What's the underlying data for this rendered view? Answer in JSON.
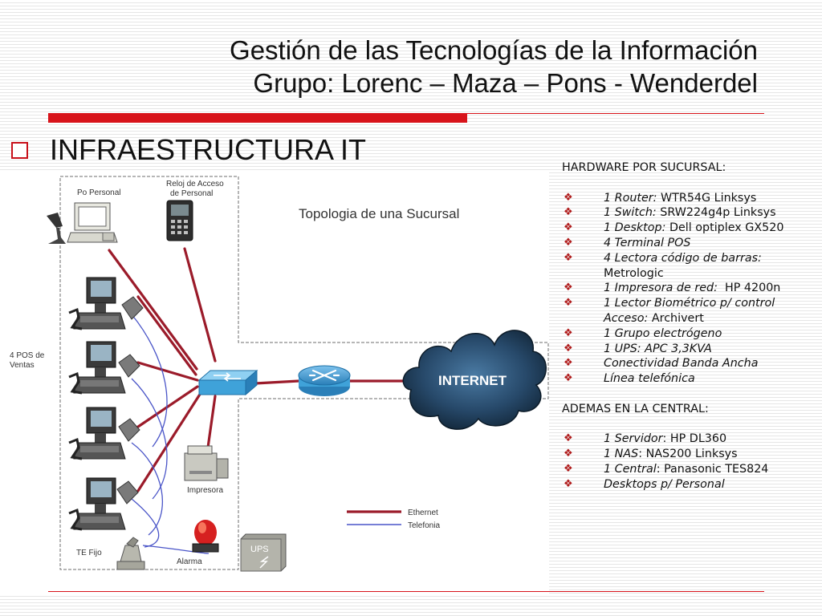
{
  "title": {
    "line1": "Gestión de las Tecnologías de la Información",
    "line2": "Grupo: Lorenc – Maza – Pons - Wenderdel"
  },
  "section": {
    "heading": "INFRAESTRUCTURA IT"
  },
  "diagram": {
    "title": "Topologia de una Sucursal",
    "labels": {
      "po_personal": "Po Personal",
      "reloj_line1": "Reloj de Acceso",
      "reloj_line2": "de Personal",
      "pos_line1": "4 POS de",
      "pos_line2": "Ventas",
      "impresora": "Impresora",
      "internet": "INTERNET",
      "te_fijo": "TE Fijo",
      "alarma": "Alarma",
      "ups": "UPS"
    },
    "legend": {
      "ethernet": "Ethernet",
      "telefonia": "Telefonia"
    },
    "colors": {
      "ethernet": "#9b1b2a",
      "telefonia": "#4a55c8",
      "cloud": "#1f3f5c",
      "switch": "#3fa2d9"
    }
  },
  "hardware": {
    "header": "HARDWARE POR SUCURSAL:",
    "items": [
      {
        "italic": "1 Router:",
        "rest": " WTR54G Linksys"
      },
      {
        "italic": "1 Switch:",
        "rest": " SRW224g4p Linksys"
      },
      {
        "italic": "1 Desktop:",
        "rest": " Dell optiplex GX520"
      },
      {
        "italic": "4 Terminal POS",
        "rest": ""
      },
      {
        "italic": "4 Lectora código de barras:",
        "rest": "",
        "cont": "Metrologic"
      },
      {
        "italic": "1 Impresora de red:",
        "rest": "  HP 4200n"
      },
      {
        "italic": "1 Lector Biométrico p/ control",
        "rest": "",
        "cont_italic": "Acceso:",
        "cont_rest": " Archivert"
      },
      {
        "italic": "1 Grupo electrógeno",
        "rest": ""
      },
      {
        "italic": "1 UPS: APC 3,3KVA",
        "rest": ""
      },
      {
        "italic": "Conectividad Banda Ancha",
        "rest": ""
      },
      {
        "italic": "Línea telefónica",
        "rest": ""
      }
    ]
  },
  "central": {
    "header": "ADEMAS EN LA CENTRAL:",
    "items": [
      {
        "italic": "1 Servidor",
        "rest": ": HP DL360"
      },
      {
        "italic": "1 NAS",
        "rest": ": NAS200 Linksys"
      },
      {
        "italic": "1 Central",
        "rest": ": Panasonic TES824"
      },
      {
        "italic": "Desktops p/ Personal",
        "rest": ""
      }
    ]
  },
  "bullet_icon": "diamond-bullet-icon"
}
